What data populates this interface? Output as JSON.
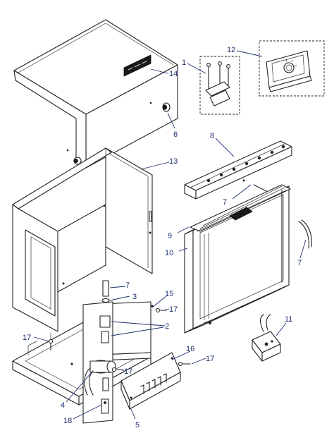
{
  "colors": {
    "callout_text": "#1c2f6e",
    "line_art": "#222222",
    "background": "#ffffff"
  },
  "callouts": [
    {
      "id": "c1",
      "label": "1"
    },
    {
      "id": "c12",
      "label": "12"
    },
    {
      "id": "c14",
      "label": "14"
    },
    {
      "id": "c6",
      "label": "6"
    },
    {
      "id": "c8",
      "label": "8"
    },
    {
      "id": "c13",
      "label": "13"
    },
    {
      "id": "c7a",
      "label": "7"
    },
    {
      "id": "c9",
      "label": "9"
    },
    {
      "id": "c10",
      "label": "10"
    },
    {
      "id": "c7b",
      "label": "7"
    },
    {
      "id": "c7c",
      "label": "7"
    },
    {
      "id": "c3",
      "label": "3"
    },
    {
      "id": "c15",
      "label": "15"
    },
    {
      "id": "c17a",
      "label": "17"
    },
    {
      "id": "c2",
      "label": "2"
    },
    {
      "id": "c17b",
      "label": "17"
    },
    {
      "id": "c11",
      "label": "11"
    },
    {
      "id": "c16",
      "label": "16"
    },
    {
      "id": "c17c",
      "label": "17"
    },
    {
      "id": "c17d",
      "label": "17"
    },
    {
      "id": "c4",
      "label": "4"
    },
    {
      "id": "c18",
      "label": "18"
    },
    {
      "id": "c5",
      "label": "5"
    }
  ]
}
